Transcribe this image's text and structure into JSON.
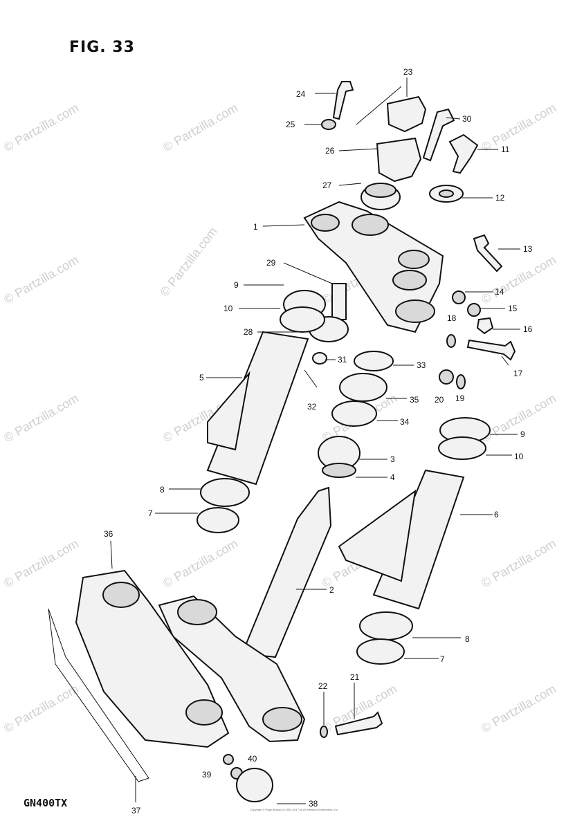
{
  "figure": {
    "title": "FIG. 33",
    "model": "GN400TX",
    "copyright": "Copyright © Page design (c) 2001-2017 by All Infinitum Enterprises, Inc."
  },
  "watermark": {
    "text": "© Partzilla.com"
  },
  "callouts": [
    {
      "id": "23",
      "label": "23"
    },
    {
      "id": "24",
      "label": "24"
    },
    {
      "id": "25",
      "label": "25"
    },
    {
      "id": "30",
      "label": "30"
    },
    {
      "id": "26",
      "label": "26"
    },
    {
      "id": "11",
      "label": "11"
    },
    {
      "id": "27",
      "label": "27"
    },
    {
      "id": "12",
      "label": "12"
    },
    {
      "id": "1",
      "label": "1"
    },
    {
      "id": "13",
      "label": "13"
    },
    {
      "id": "29",
      "label": "29"
    },
    {
      "id": "9a",
      "label": "9"
    },
    {
      "id": "14",
      "label": "14"
    },
    {
      "id": "10a",
      "label": "10"
    },
    {
      "id": "15",
      "label": "15"
    },
    {
      "id": "18",
      "label": "18"
    },
    {
      "id": "16",
      "label": "16"
    },
    {
      "id": "28",
      "label": "28"
    },
    {
      "id": "17",
      "label": "17"
    },
    {
      "id": "31",
      "label": "31"
    },
    {
      "id": "33",
      "label": "33"
    },
    {
      "id": "5",
      "label": "5"
    },
    {
      "id": "20",
      "label": "20"
    },
    {
      "id": "19",
      "label": "19"
    },
    {
      "id": "35",
      "label": "35"
    },
    {
      "id": "32",
      "label": "32"
    },
    {
      "id": "34",
      "label": "34"
    },
    {
      "id": "9b",
      "label": "9"
    },
    {
      "id": "10b",
      "label": "10"
    },
    {
      "id": "3",
      "label": "3"
    },
    {
      "id": "4",
      "label": "4"
    },
    {
      "id": "8a",
      "label": "8"
    },
    {
      "id": "7a",
      "label": "7"
    },
    {
      "id": "6",
      "label": "6"
    },
    {
      "id": "36",
      "label": "36"
    },
    {
      "id": "2",
      "label": "2"
    },
    {
      "id": "8b",
      "label": "8"
    },
    {
      "id": "7b",
      "label": "7"
    },
    {
      "id": "22",
      "label": "22"
    },
    {
      "id": "21",
      "label": "21"
    },
    {
      "id": "40",
      "label": "40"
    },
    {
      "id": "39",
      "label": "39"
    },
    {
      "id": "38",
      "label": "38"
    },
    {
      "id": "37",
      "label": "37"
    }
  ]
}
